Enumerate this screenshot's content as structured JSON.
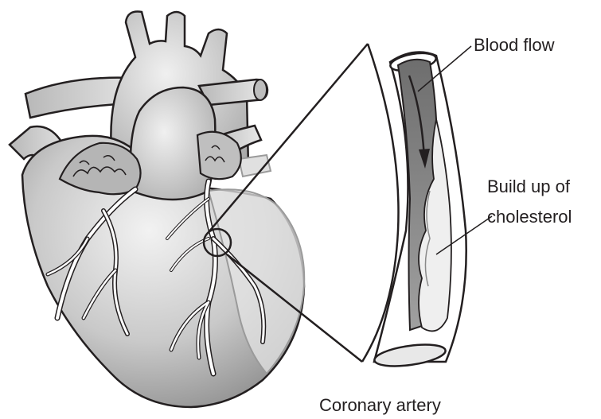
{
  "labels": {
    "blood_flow": "Blood flow",
    "build_up_line1": "Build up of",
    "build_up_line2": "cholesterol",
    "coronary_artery": "Coronary artery"
  },
  "icons": {
    "heart": "heart-illustration",
    "artery": "artery-cross-section",
    "arrow": "flow-arrow"
  },
  "colors": {
    "outline": "#231f20",
    "heart_fill_light": "#ececec",
    "heart_fill_dark": "#8e8e8e",
    "vessel_white": "#ffffff",
    "plaque_fill": "#efefef",
    "lumen_dark": "#7c7c7c"
  }
}
